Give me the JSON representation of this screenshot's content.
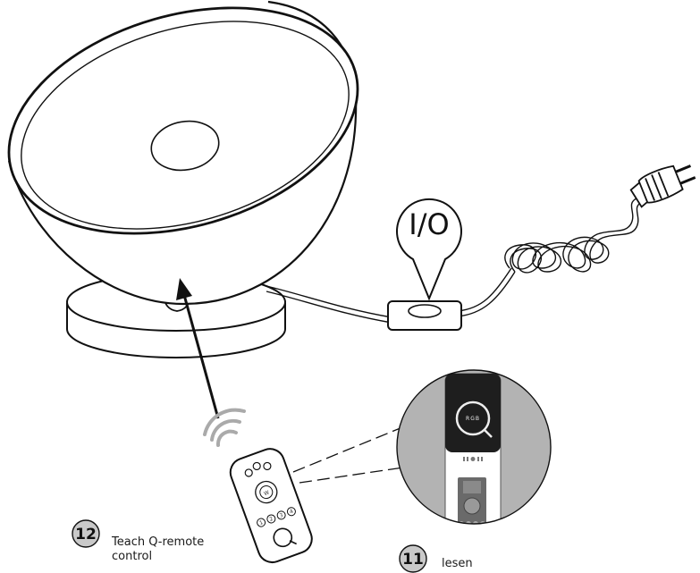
{
  "switch_label": "I/O",
  "remote_logo_text": "RGB",
  "remote_w_button": "W",
  "remote_number_buttons": [
    "1",
    "2",
    "3",
    "4"
  ],
  "steps": [
    {
      "number": "12",
      "text_line1": "Teach Q-remote",
      "text_line2": "control"
    },
    {
      "number": "11",
      "text_line1": "lesen"
    }
  ],
  "colors": {
    "line": "#111111",
    "bowl_inner": "#ffffff",
    "zoom_bg": "#b3b3b3",
    "remote_dark": "#1e1e1e",
    "step_badge": "#c9c9c9"
  },
  "icons": [
    "wifi-signal-icon",
    "q-logo-icon",
    "power-plug-icon"
  ]
}
